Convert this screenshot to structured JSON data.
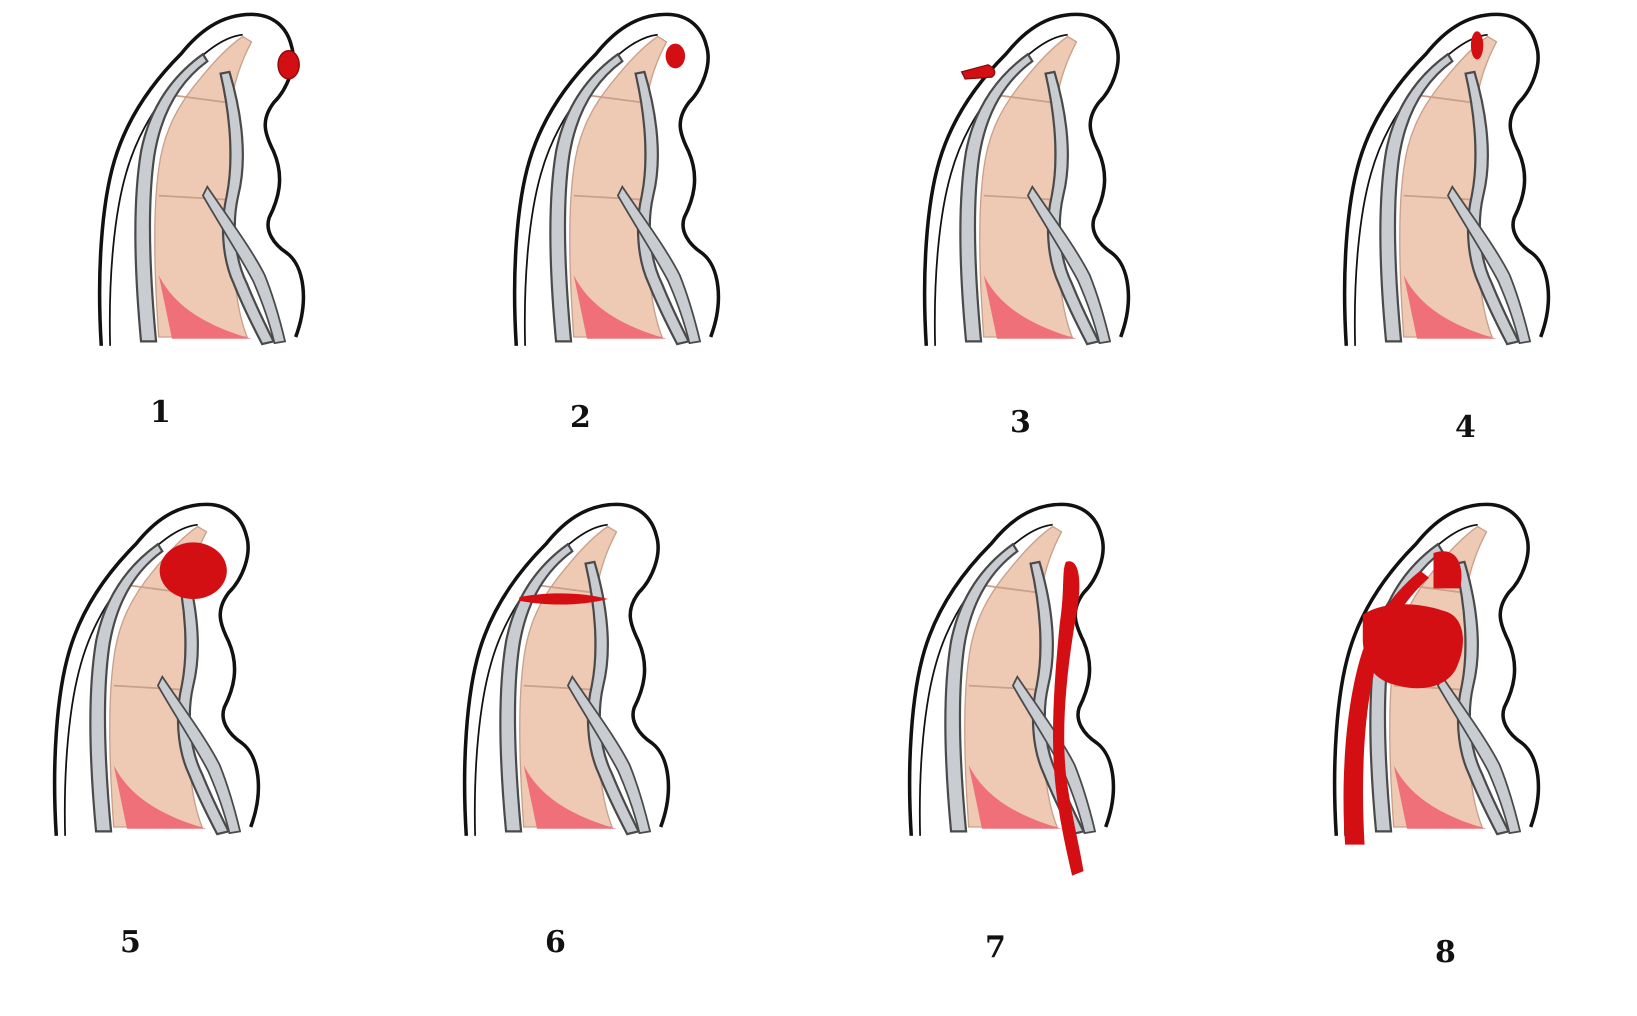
{
  "panels": [
    {
      "label": "1",
      "lesion": "ball-tip"
    },
    {
      "label": "2",
      "lesion": "dot-pulp"
    },
    {
      "label": "3",
      "lesion": "dorsal-nail-base"
    },
    {
      "label": "4",
      "lesion": "distal-bone-tip"
    },
    {
      "label": "5",
      "lesion": "large-ball"
    },
    {
      "label": "6",
      "lesion": "horizontal-bar"
    },
    {
      "label": "7",
      "lesion": "volar-tendon-strip"
    },
    {
      "label": "8",
      "lesion": "large-dorsal-mass"
    }
  ],
  "colors": {
    "skin_outline": "#111111",
    "bone": "#eec9b4",
    "bone_line": "#c9a08a",
    "tendon_fill": "#c9ccd1",
    "tendon_edge": "#4a4a4a",
    "muscle": "#f0707a",
    "lesion": "#d40f14"
  }
}
